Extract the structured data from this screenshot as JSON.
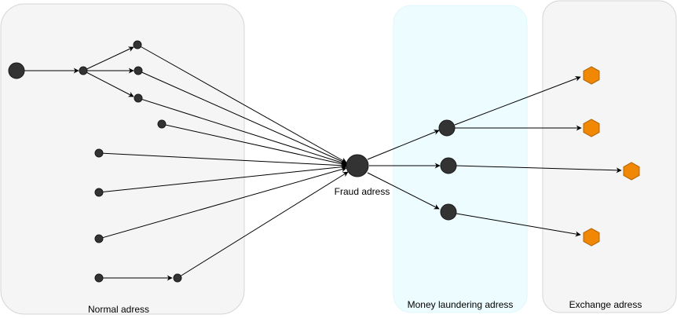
{
  "regions": {
    "normal": {
      "label": "Normal adress"
    },
    "laundering": {
      "label": "Money laundering adress"
    },
    "exchange": {
      "label": "Exchange adress"
    }
  },
  "fraud": {
    "label": "Fraud adress"
  },
  "colors": {
    "normal_fill": "#f5f5f5",
    "normal_stroke": "#d6d6d6",
    "laundering_fill": "#edfcff",
    "laundering_stroke": "#e0f7fb",
    "exchange_fill": "#f5f5f5",
    "exchange_stroke": "#d6d6d6",
    "node": "#333333",
    "hexagon": "#f08705",
    "hexagon_stroke": "#b46504",
    "edge": "#000000"
  }
}
